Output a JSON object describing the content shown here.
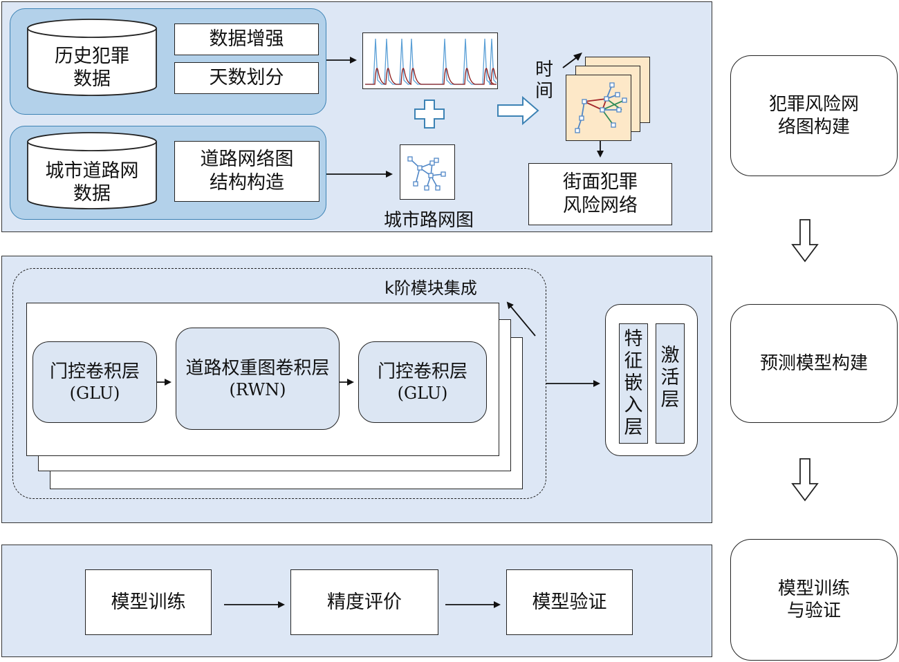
{
  "top": {
    "crime_db": "历史犯罪\n数据",
    "augment": "数据增强",
    "day_split": "天数划分",
    "road_db": "城市道路网\n数据",
    "road_graph_build": "道路网络图\n结构构造",
    "city_graph_label": "城市路网图",
    "time_label": "时\n间",
    "street_risk": "街面犯罪\n风险网络"
  },
  "middle": {
    "k_order": "k阶模块集成",
    "glu1_name": "门控卷积层",
    "glu1_sub": "(GLU)",
    "rwn_name": "道路权重图卷积层",
    "rwn_sub": "(RWN)",
    "glu2_name": "门控卷积层",
    "glu2_sub": "(GLU)",
    "embed": "特征嵌入层",
    "activate": "激活层"
  },
  "bottom": {
    "train": "模型训练",
    "eval": "精度评价",
    "verify": "模型验证"
  },
  "steps": {
    "s1": "犯罪风险网\n络图构建",
    "s2": "预测模型构建",
    "s3": "模型训练\n与验证"
  },
  "colors": {
    "panel": "#dde7f5",
    "group": "#b3d1ea",
    "plot_blue": "#5a9fd6",
    "plot_red": "#8b1a1a",
    "graph_red": "#a3262a",
    "graph_green": "#2e8b57",
    "graph_node": "#4f86c6",
    "frame_fill": "#fde8c8"
  }
}
